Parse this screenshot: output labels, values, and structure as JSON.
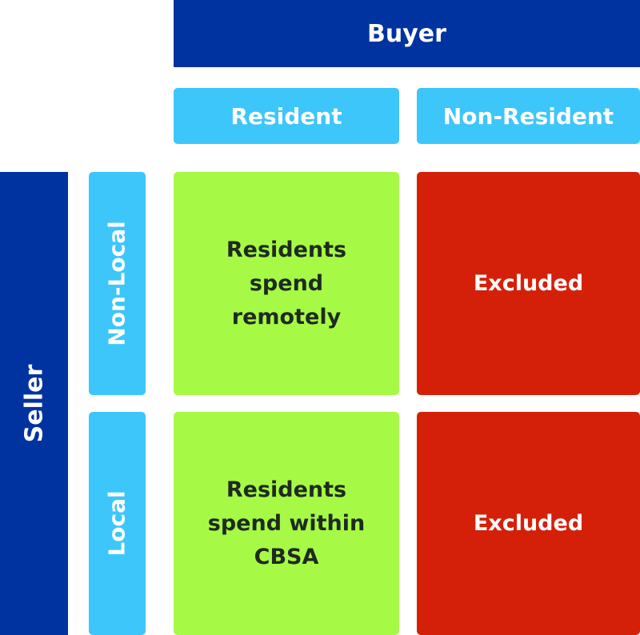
{
  "columns": {
    "group_label": "Buyer",
    "items": [
      {
        "label": "Resident"
      },
      {
        "label": "Non-Resident"
      }
    ]
  },
  "rows": {
    "group_label": "Seller",
    "items": [
      {
        "label": "Non-Local"
      },
      {
        "label": "Local"
      }
    ]
  },
  "cells": {
    "nonlocal_resident": [
      "Residents",
      "spend",
      "remotely"
    ],
    "nonlocal_nonresident": "Excluded",
    "local_resident": [
      "Residents",
      "spend within",
      "CBSA"
    ],
    "local_nonresident": "Excluded"
  },
  "colors": {
    "group_header_bg": "#0033a0",
    "subheader_bg": "#3dc6fa",
    "included_bg": "#a6fa46",
    "excluded_bg": "#d52009",
    "header_text": "#ffffff",
    "included_text": "#1f2a1f"
  }
}
